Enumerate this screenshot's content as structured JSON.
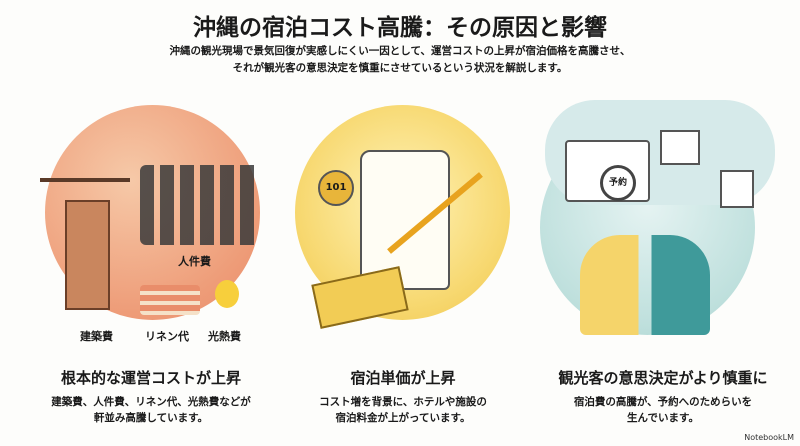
{
  "title": "沖縄の宿泊コスト高騰：その原因と影響",
  "subtitle_line1": "沖縄の観光現場で景気回復が実感しにくい一因として、運営コストの上昇が宿泊価格を高騰させ、",
  "subtitle_line2": "それが観光客の意思決定を慎重にさせているという状況を解説します。",
  "panels": [
    {
      "heading": "根本的な運営コストが上昇",
      "desc1": "建築費、人件費、リネン代、光熱費などが",
      "desc2": "軒並み高騰しています。",
      "labels": {
        "labor": "人件費",
        "construction": "建築費",
        "linen": "リネン代",
        "utilities": "光熱費"
      }
    },
    {
      "heading": "宿泊単価が上昇",
      "desc1": "コスト増を背景に、ホテルや施設の",
      "desc2": "宿泊料金が上がっています。",
      "key_tag": "101"
    },
    {
      "heading": "観光客の意思決定がより慎重に",
      "desc1": "宿泊費の高騰が、予約へのためらいを",
      "desc2": "生んでいます。",
      "magnifier_label": "予約"
    }
  ],
  "brand": "NotebookLM"
}
